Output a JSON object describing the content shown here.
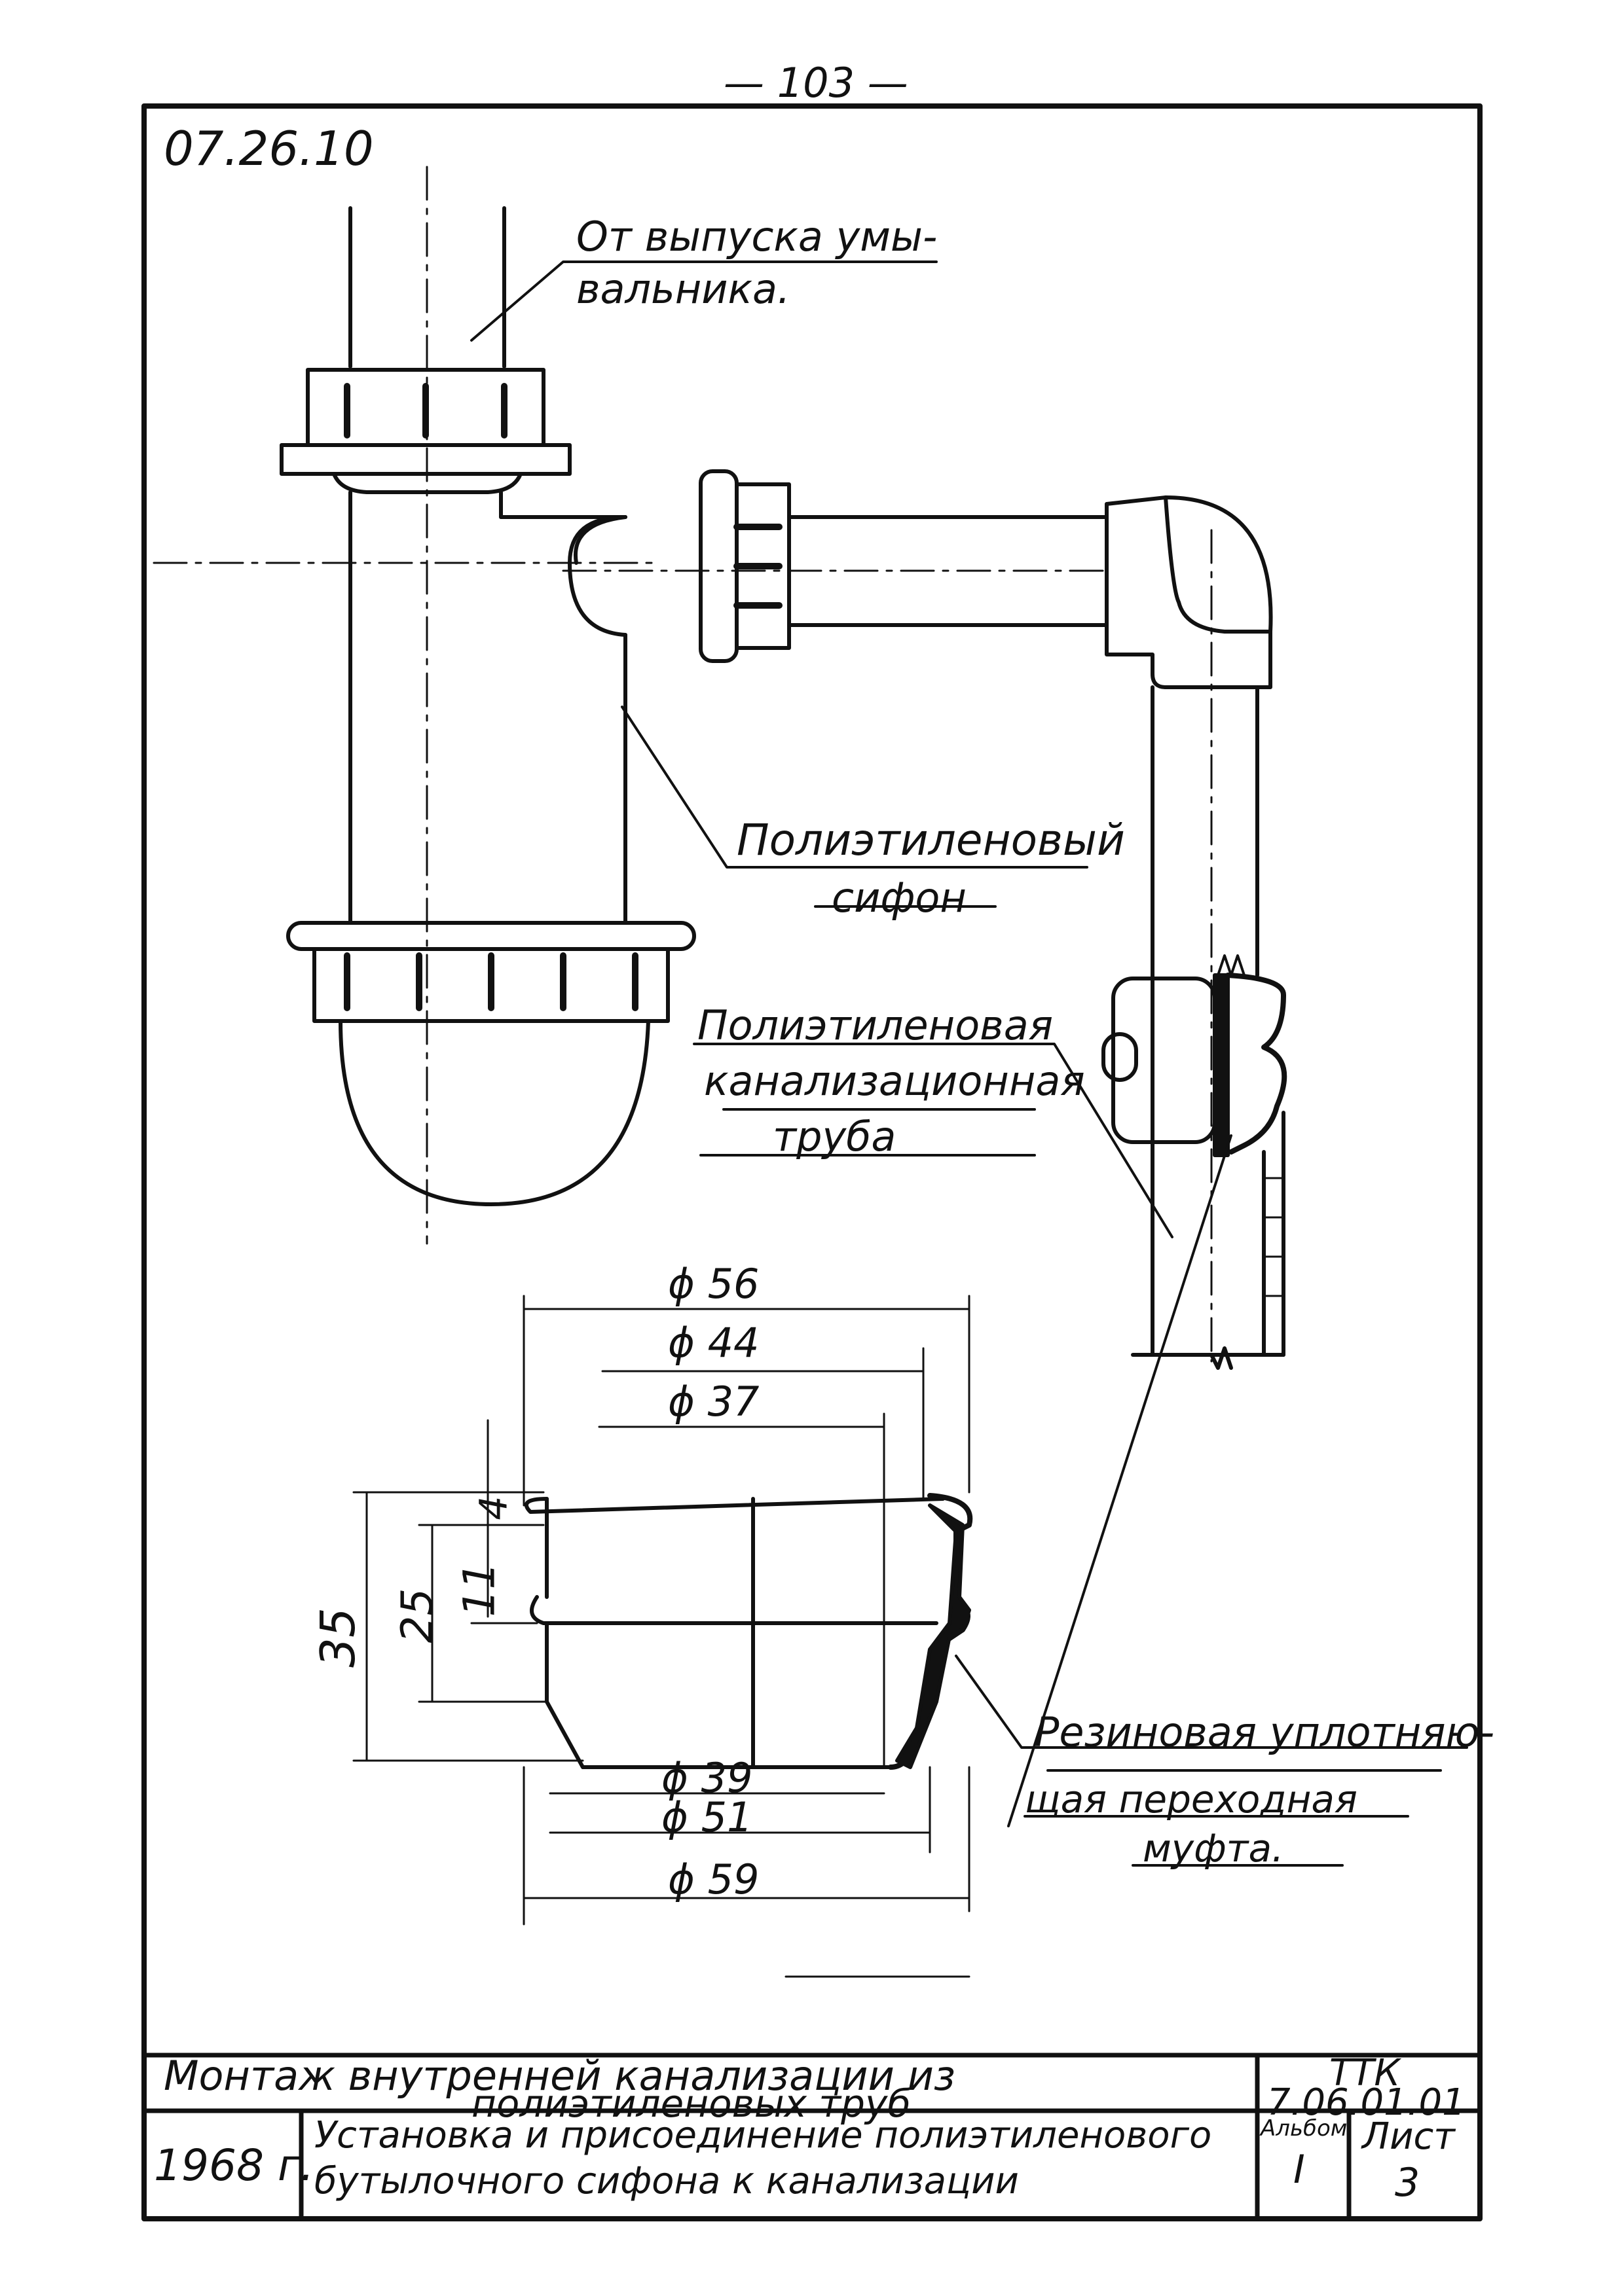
{
  "page_number": "— 103 —",
  "sheet_code": "07.26.10",
  "callouts": {
    "from_outlet_line1": "От выпуска умы-",
    "from_outlet_line2": "вальника.",
    "siphon_line1": "Полиэтиленовый",
    "siphon_line2": "сифон",
    "pipe_line1": "Полиэтиленовая",
    "pipe_line2": "канализационная",
    "pipe_line3": "труба",
    "sleeve_line1": "Резиновая уплотняю-",
    "sleeve_line2": "щая переходная",
    "sleeve_line3": "муфта."
  },
  "dimensions": {
    "d56": "ϕ 56",
    "d44": "ϕ 44",
    "d37": "ϕ 37",
    "d39": "ϕ 39",
    "d51": "ϕ 51",
    "d59": "ϕ 59",
    "h35": "35",
    "h25": "25",
    "h11": "11",
    "h4": "4"
  },
  "title_block": {
    "title_line1": "Монтаж внутренней канализации из",
    "title_line2": "полиэтиленовых труб",
    "doc_type": "ТТК",
    "doc_number": "7.06.01.01",
    "year": "1968 г.",
    "subtitle_line1": "Установка и присоединение полиэтиленового",
    "subtitle_line2": "бутылочного сифона к канализации",
    "album_label": "Альбом",
    "album_value": "I",
    "sheet_label": "Лист",
    "sheet_value": "3"
  }
}
